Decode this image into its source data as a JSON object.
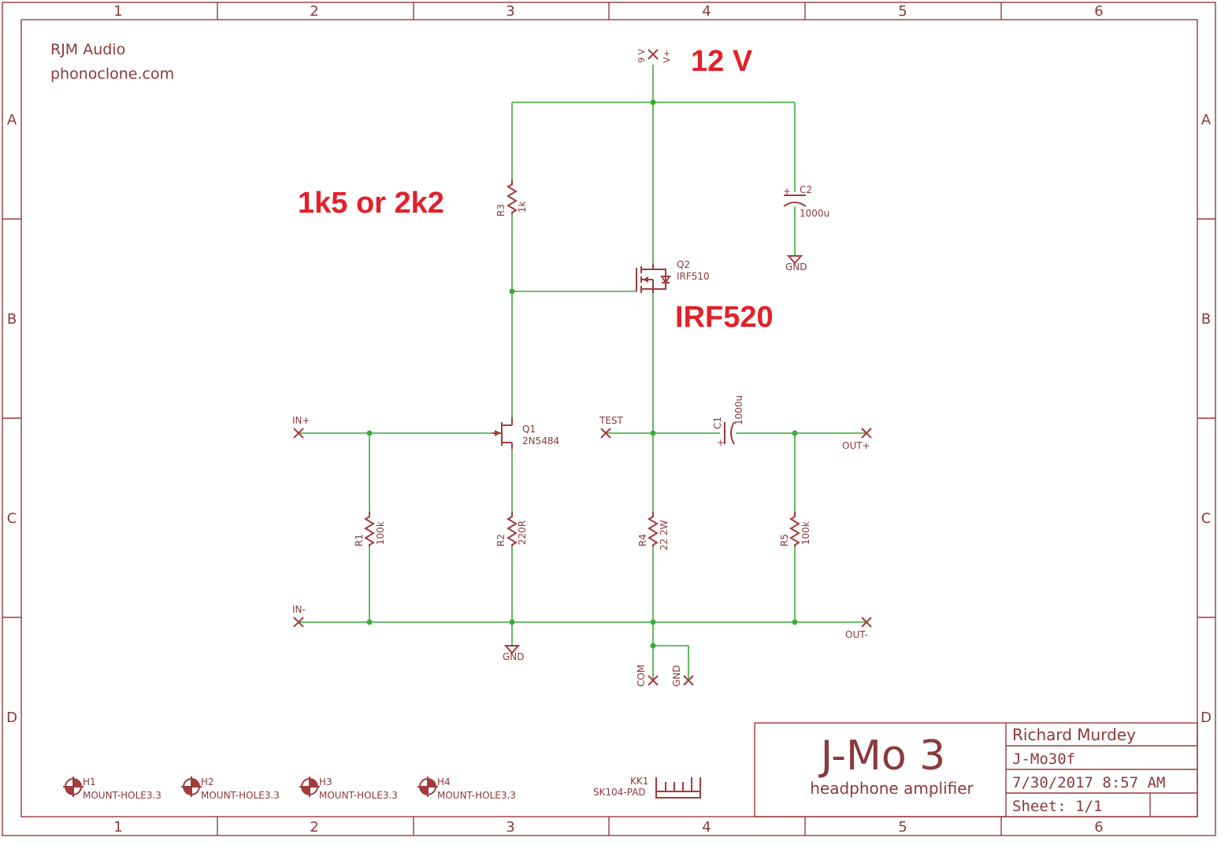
{
  "header": {
    "company": "RJM Audio",
    "website": "phonoclone.com"
  },
  "frame": {
    "columns": [
      "1",
      "2",
      "3",
      "4",
      "5",
      "6"
    ],
    "rows": [
      "A",
      "B",
      "C",
      "D"
    ]
  },
  "notes": {
    "supply": "12 V",
    "r3_alt": "1k5 or 2k2",
    "q2_alt": "IRF520"
  },
  "supply": {
    "label_left": "9 V",
    "label_right": "V+"
  },
  "components": {
    "R1": {
      "name": "R1",
      "value": "100k"
    },
    "R2": {
      "name": "R2",
      "value": "220R"
    },
    "R3": {
      "name": "R3",
      "value": "1k"
    },
    "R4": {
      "name": "R4",
      "value": "22 2W"
    },
    "R5": {
      "name": "R5",
      "value": "100k"
    },
    "C1": {
      "name": "C1",
      "value": "1000u"
    },
    "C2": {
      "name": "C2",
      "value": "1000u"
    },
    "Q1": {
      "name": "Q1",
      "value": "2N5484"
    },
    "Q2": {
      "name": "Q2",
      "value": "IRF510"
    }
  },
  "connectors": {
    "in_plus": "IN+",
    "in_minus": "IN-",
    "out_plus": "OUT+",
    "out_minus": "OUT-",
    "test": "TEST",
    "com": "COM",
    "gnd_pin": "GND",
    "plus_sign": "+"
  },
  "grounds": {
    "label": "GND"
  },
  "mount_holes": [
    {
      "name": "H1",
      "value": "MOUNT-HOLE3.3"
    },
    {
      "name": "H2",
      "value": "MOUNT-HOLE3.3"
    },
    {
      "name": "H3",
      "value": "MOUNT-HOLE3.3"
    },
    {
      "name": "H4",
      "value": "MOUNT-HOLE3.3"
    }
  ],
  "heatsink": {
    "name": "KK1",
    "value": "SK104-PAD"
  },
  "title_block": {
    "title": "J-Mo 3",
    "subtitle": "headphone amplifier",
    "author": "Richard Murdey",
    "filename": "J-Mo30f",
    "date": "7/30/2017 8:57 AM",
    "sheet": "Sheet: 1/1"
  },
  "colors": {
    "frame": "#9a3a3a",
    "symbols": "#a03c3c",
    "wires": "#3caa3c",
    "annotations": "#e3202a"
  }
}
